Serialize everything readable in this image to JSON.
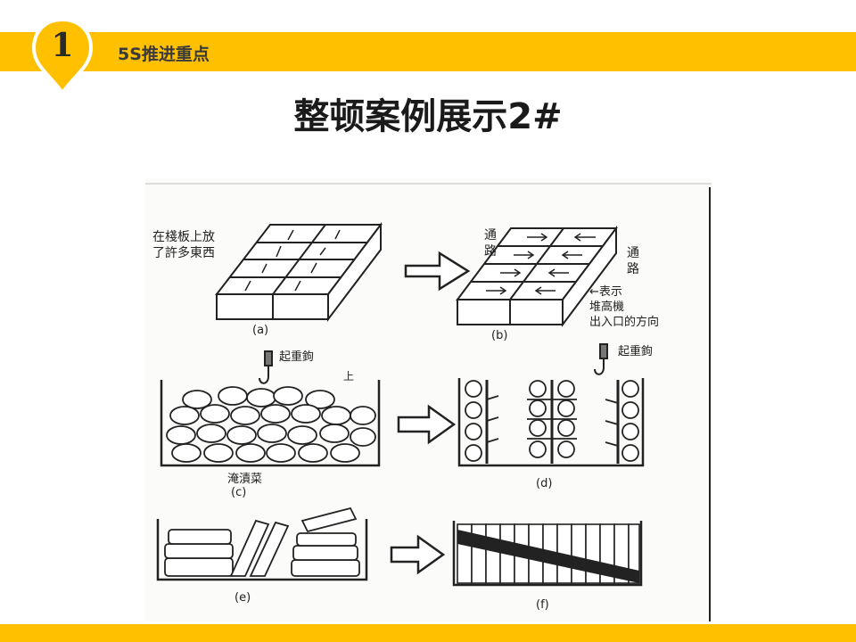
{
  "header": {
    "badge_number": "1",
    "section_title": "5S推进重点",
    "accent_color": "#FFC000"
  },
  "slide": {
    "title": "整顿案例展示2#"
  },
  "figure": {
    "panel_a": {
      "label": "(a)",
      "note_line1": "在棧板上放",
      "note_line2": "了許多東西"
    },
    "panel_b": {
      "label": "(b)",
      "aisle_left": "通路",
      "aisle_right": "通路",
      "note_line1": "←表示",
      "note_line2": "堆高機",
      "note_line3": "出入口的方向"
    },
    "panel_c": {
      "label": "(c)",
      "caption": "淹漬菜",
      "hook_label": "起重鉤",
      "hook_sub": "上"
    },
    "panel_d": {
      "label": "(d)",
      "hook_label": "起重鉤"
    },
    "panel_e": {
      "label": "(e)"
    },
    "panel_f": {
      "label": "(f)"
    }
  }
}
